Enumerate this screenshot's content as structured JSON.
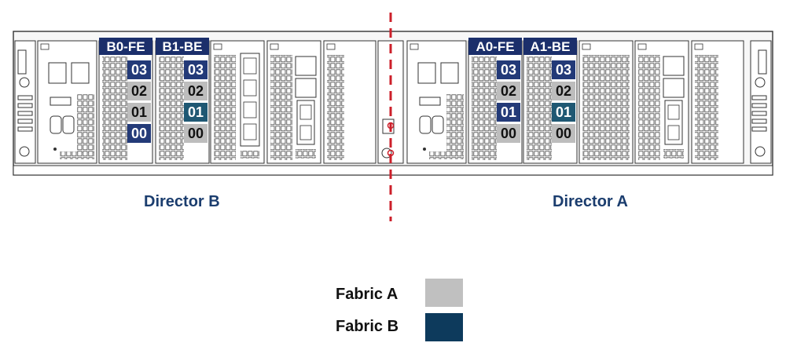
{
  "directors": {
    "b": {
      "label": "Director B",
      "modules": [
        {
          "tag": "B0-FE",
          "ports": [
            {
              "id": "03",
              "fabric": "navy"
            },
            {
              "id": "02",
              "fabric": "gray"
            },
            {
              "id": "01",
              "fabric": "gray"
            },
            {
              "id": "00",
              "fabric": "navy"
            }
          ]
        },
        {
          "tag": "B1-BE",
          "ports": [
            {
              "id": "03",
              "fabric": "navy"
            },
            {
              "id": "02",
              "fabric": "gray"
            },
            {
              "id": "01",
              "fabric": "teal"
            },
            {
              "id": "00",
              "fabric": "gray"
            }
          ]
        }
      ]
    },
    "a": {
      "label": "Director A",
      "modules": [
        {
          "tag": "A0-FE",
          "ports": [
            {
              "id": "03",
              "fabric": "navy"
            },
            {
              "id": "02",
              "fabric": "gray"
            },
            {
              "id": "01",
              "fabric": "navy"
            },
            {
              "id": "00",
              "fabric": "gray"
            }
          ]
        },
        {
          "tag": "A1-BE",
          "ports": [
            {
              "id": "03",
              "fabric": "navy"
            },
            {
              "id": "02",
              "fabric": "gray"
            },
            {
              "id": "01",
              "fabric": "teal"
            },
            {
              "id": "00",
              "fabric": "gray"
            }
          ]
        }
      ]
    }
  },
  "legend": [
    {
      "label": "Fabric A",
      "color": "#c0c0c0"
    },
    {
      "label": "Fabric B",
      "color": "#0d3a5c"
    }
  ],
  "colors": {
    "tag_bg": "#1b2f6b",
    "navy": "#233a78",
    "teal": "#1f5873",
    "gray": "#bdbdbd",
    "divider": "#cc1f2a",
    "director_text": "#1b3d6e"
  }
}
